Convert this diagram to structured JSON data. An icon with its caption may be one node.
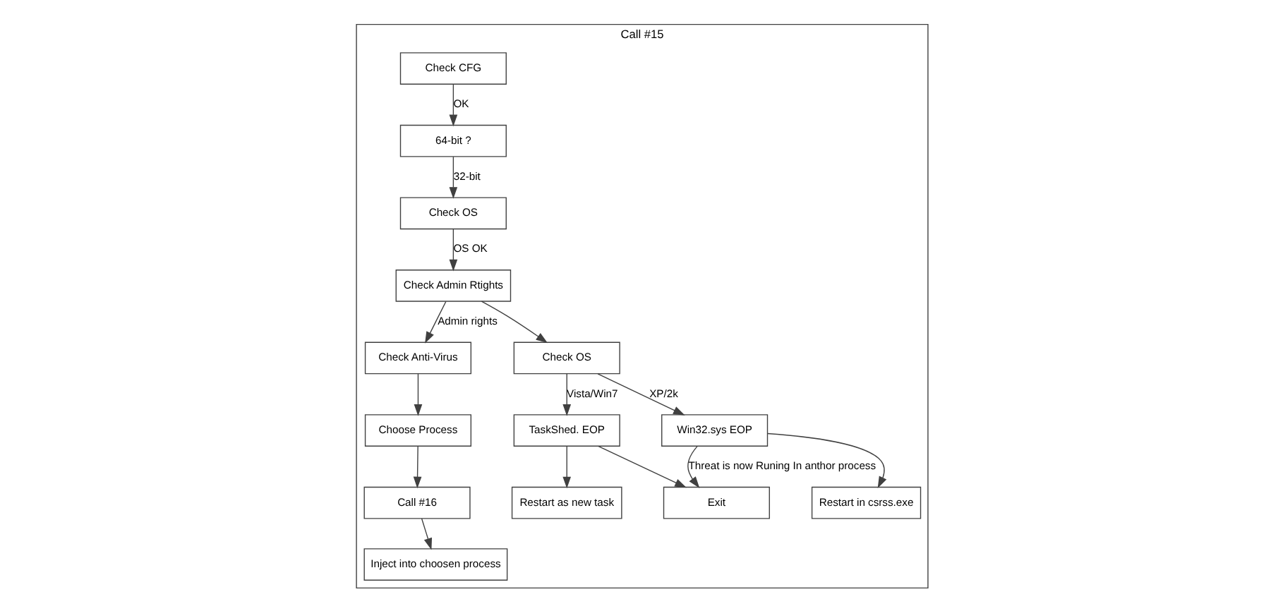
{
  "diagram": {
    "nodes": [
      {
        "text": [
          "Call #15"
        ]
      },
      {
        "text": [
          "Check CFG"
        ],
        "in": 0
      },
      {
        "text": [
          "64-bit ?"
        ],
        "in": 0
      },
      {
        "text": [
          "Check OS"
        ],
        "in": 0
      },
      {
        "text": [
          "Check Admin Rtights"
        ],
        "in": 0
      },
      {
        "text": [
          "Check Anti-Virus"
        ],
        "in": 0
      },
      {
        "text": [
          "Choose Process"
        ],
        "in": 0
      },
      {
        "text": [
          "Call #16"
        ],
        "in": 0
      },
      {
        "text": [
          "Inject into choosen process"
        ],
        "in": 0
      },
      {
        "text": [
          "Check OS"
        ],
        "in": 0
      },
      {
        "text": [
          "Win32.sys EOP"
        ],
        "in": 0
      },
      {
        "text": [
          "TaskShed. EOP"
        ],
        "in": 0
      },
      {
        "text": [
          "Restart in csrss.exe"
        ],
        "in": 0
      },
      {
        "text": [
          "Restart as new task"
        ],
        "in": 0
      },
      {
        "text": [
          "Exit"
        ],
        "in": 0
      }
    ],
    "edges": [
      {
        "from": 1,
        "to": 2,
        "arrow": "to",
        "label": "OK"
      },
      {
        "from": 2,
        "to": 3,
        "arrow": "to",
        "label": "32-bit"
      },
      {
        "from": 3,
        "to": 4,
        "arrow": "to",
        "label": "OS OK"
      },
      {
        "from": 4,
        "to": 5,
        "arrow": "to",
        "label": "Admin rights"
      },
      {
        "from": 5,
        "to": 6,
        "arrow": "to"
      },
      {
        "from": 6,
        "to": 7,
        "arrow": "to"
      },
      {
        "from": 7,
        "to": 8,
        "arrow": "to"
      },
      {
        "from": 4,
        "to": 9,
        "arrow": "to"
      },
      {
        "from": 9,
        "to": 10,
        "arrow": "to",
        "label": "XP/2k"
      },
      {
        "from": 9,
        "to": 11,
        "arrow": "to",
        "label": "Vista/Win7"
      },
      {
        "from": 10,
        "to": 12,
        "arrow": "to"
      },
      {
        "from": 11,
        "to": 13,
        "arrow": "to"
      },
      {
        "from": 10,
        "to": 14,
        "arrow": "to",
        "label": "Threat is now Runing In anthor process"
      },
      {
        "from": 11,
        "to": 14,
        "arrow": "to"
      }
    ]
  }
}
